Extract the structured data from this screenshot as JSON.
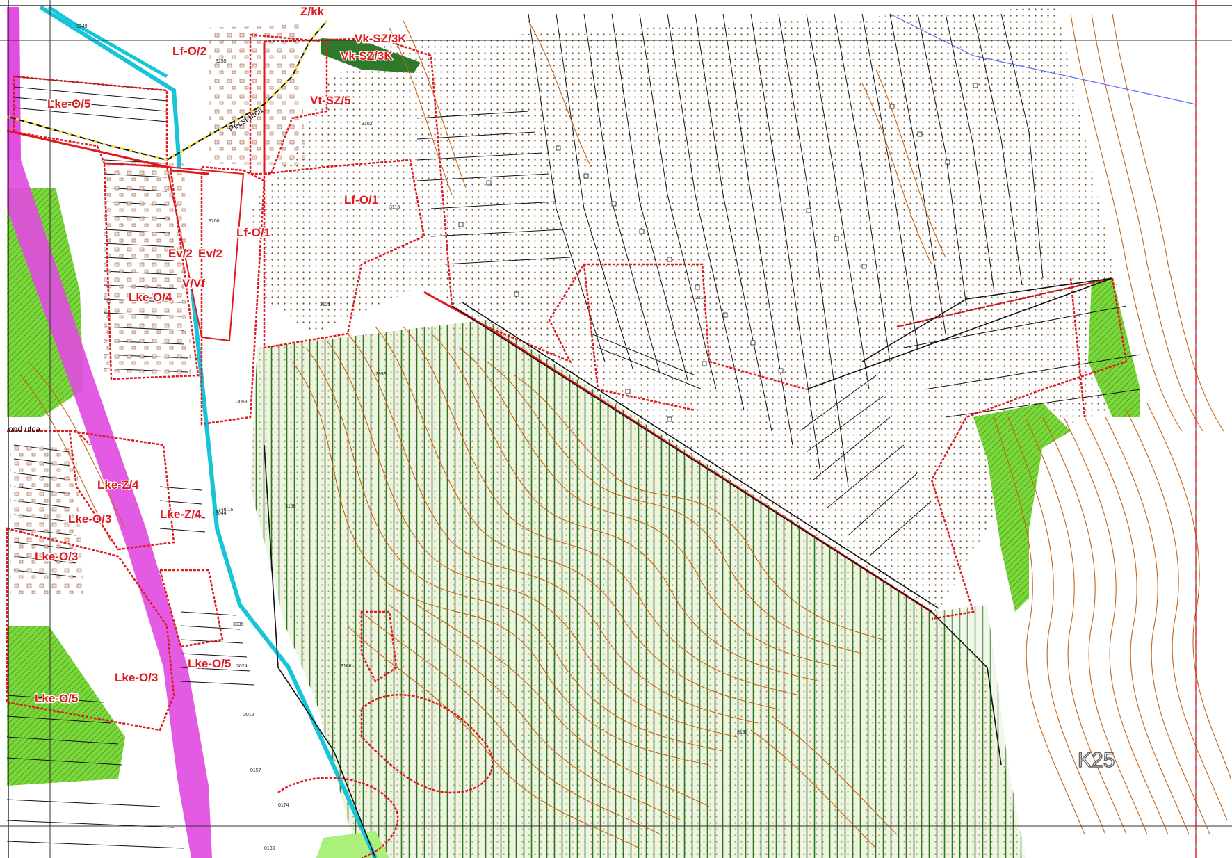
{
  "map": {
    "sheet_label": "K25",
    "colors": {
      "zone_boundary": "#e0191e",
      "contour": "#c86414",
      "parcel_line": "#111111",
      "forest_hatch": "#2a7a1a",
      "forest_fill": "#eef3e2",
      "green_area": "#7ad83a",
      "water_channel": "#17c4d8",
      "road_band": "#e04de0",
      "grid_line": "#333333",
      "dot_pattern": "#6b4a1a"
    },
    "zones": [
      {
        "id": "z-kk",
        "label": "Z/kk"
      },
      {
        "id": "vk-sz-3k-a",
        "label": "Vk-SZ/3K"
      },
      {
        "id": "vk-sz-3k-b",
        "label": "Vk-SZ/3K"
      },
      {
        "id": "lf-o-2",
        "label": "Lf-O/2"
      },
      {
        "id": "lke-o-5-a",
        "label": "Lke-O/5"
      },
      {
        "id": "vt-sz-5",
        "label": "Vt-SZ/5"
      },
      {
        "id": "lf-o-1-a",
        "label": "Lf-O/1"
      },
      {
        "id": "lf-o-1-b",
        "label": "Lf-O/1"
      },
      {
        "id": "ev-2-a",
        "label": "Ev/2"
      },
      {
        "id": "ev-2-b",
        "label": "Ev/2"
      },
      {
        "id": "v-vf",
        "label": "V/Vf"
      },
      {
        "id": "lke-o-4",
        "label": "Lke-O/4"
      },
      {
        "id": "lke-z-4-a",
        "label": "Lke-Z/4"
      },
      {
        "id": "lke-z-4-b",
        "label": "Lke-Z/4"
      },
      {
        "id": "lke-o-3-a",
        "label": "Lke-O/3"
      },
      {
        "id": "lke-o-3-b",
        "label": "Lke-O/3"
      },
      {
        "id": "lke-o-3-c",
        "label": "Lke-O/3"
      },
      {
        "id": "lke-o-5-b",
        "label": "Lke-O/5"
      },
      {
        "id": "lke-o-5-c",
        "label": "Lke-O/5"
      }
    ],
    "streets": [
      {
        "id": "street-pecsi",
        "label": "Pécsi utca"
      },
      {
        "id": "street-fond",
        "label": "ond utca"
      }
    ],
    "parcel_numbers": [
      "3249",
      "3255",
      "3260",
      "3102",
      "3113",
      "3121",
      "3058",
      "3044",
      "3036",
      "3024",
      "3012",
      "2998",
      "3150",
      "3166",
      "0148/15",
      "0157",
      "0174",
      "0139",
      "3196",
      "3210"
    ]
  }
}
